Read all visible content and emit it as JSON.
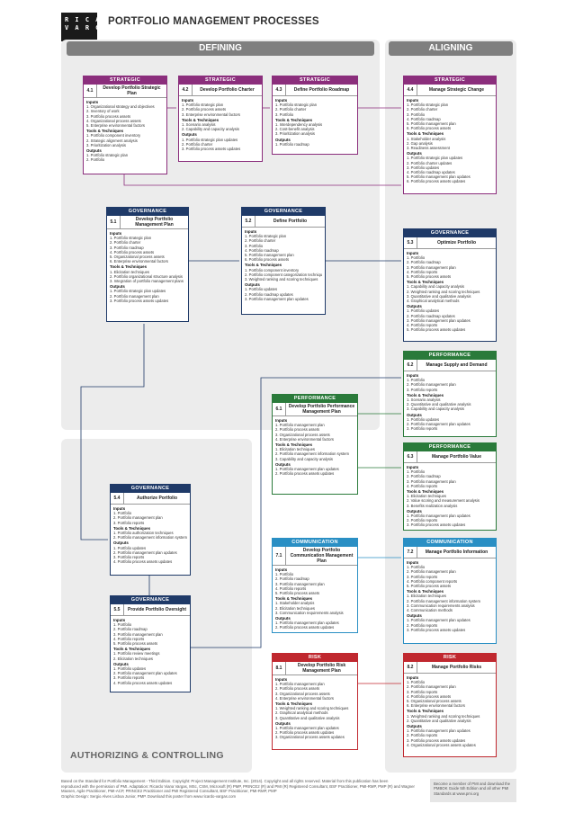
{
  "header": {
    "logo_lines": [
      "R I C A R D O",
      "V A R G A S"
    ],
    "title": "PORTFOLIO MANAGEMENT PROCESSES"
  },
  "zones": {
    "defining": "DEFINING",
    "aligning": "ALIGNING",
    "authorizing": "AUTHORIZING & CONTROLLING"
  },
  "colors": {
    "strategic": "#8b2e7c",
    "governance": "#1f3a68",
    "performance": "#2a7a3a",
    "communication": "#2a8fc4",
    "risk": "#c0282f",
    "zone_bg": "#ececec",
    "zone_header": "#7f7f7f"
  },
  "labels": {
    "inputs": "Inputs",
    "tools": "Tools & Techniques",
    "outputs": "Outputs"
  },
  "processes": {
    "p41": {
      "category": "STRATEGIC",
      "num": "4.1",
      "title": "Develop Portfolio Strategic Plan",
      "inputs": [
        "1. Organizational strategy and objectives",
        "2. Inventory of work",
        "3. Portfolio process assets",
        "4. Organizational process assets",
        "5. Enterprise environmental factors"
      ],
      "tools": [
        "1. Portfolio component inventory",
        "2. Strategic alignment analysis",
        "3. Prioritization analysis"
      ],
      "outputs": [
        "1. Portfolio strategic plan",
        "2. Portfolio"
      ]
    },
    "p42": {
      "category": "STRATEGIC",
      "num": "4.2",
      "title": "Develop Portfolio Charter",
      "inputs": [
        "1. Portfolio strategic plan",
        "2. Portfolio process assets",
        "3. Enterprise environmental factors"
      ],
      "tools": [
        "1. Scenario analysis",
        "2. Capability and capacity analysis"
      ],
      "outputs": [
        "1. Portfolio strategic plan updates",
        "2. Portfolio charter",
        "3. Portfolio process assets updates"
      ]
    },
    "p43": {
      "category": "STRATEGIC",
      "num": "4.3",
      "title": "Define Portfolio Roadmap",
      "inputs": [
        "1. Portfolio strategic plan",
        "2. Portfolio charter",
        "3. Portfolio"
      ],
      "tools": [
        "1. Interdependency analysis",
        "2. Cost-benefit analysis",
        "3. Prioritization analysis"
      ],
      "outputs": [
        "1. Portfolio roadmap"
      ]
    },
    "p44": {
      "category": "STRATEGIC",
      "num": "4.4",
      "title": "Manage Strategic Change",
      "inputs": [
        "1. Portfolio strategic plan",
        "2. Portfolio charter",
        "3. Portfolio",
        "4. Portfolio roadmap",
        "5. Portfolio management plan",
        "6. Portfolio process assets"
      ],
      "tools": [
        "1. Stakeholder analysis",
        "2. Gap analysis",
        "3. Readiness assessment"
      ],
      "outputs": [
        "1. Portfolio strategic plan updates",
        "2. Portfolio charter updates",
        "3. Portfolio updates",
        "4. Portfolio roadmap updates",
        "5. Portfolio management plan updates",
        "6. Portfolio process assets updates"
      ]
    },
    "p51": {
      "category": "GOVERNANCE",
      "num": "5.1",
      "title": "Develop Portfolio Management Plan",
      "inputs": [
        "1. Portfolio strategic plan",
        "2. Portfolio charter",
        "3. Portfolio roadmap",
        "4. Portfolio process assets",
        "5. Organizational process assets",
        "6. Enterprise environmental factors"
      ],
      "tools": [
        "1. Elicitation techniques",
        "2. Portfolio organizational structure analysis",
        "3. Integration of portfolio management plans"
      ],
      "outputs": [
        "1. Portfolio strategic plan updates",
        "2. Portfolio management plan",
        "3. Portfolio process assets updates"
      ]
    },
    "p52": {
      "category": "GOVERNANCE",
      "num": "5.2",
      "title": "Define Portfolio",
      "inputs": [
        "1. Portfolio strategic plan",
        "2. Portfolio charter",
        "3. Portfolio",
        "4. Portfolio roadmap",
        "5. Portfolio management plan",
        "6. Portfolio process assets"
      ],
      "tools": [
        "1. Portfolio component inventory",
        "2. Portfolio component categorization techniques",
        "3. Weighted ranking and scoring techniques"
      ],
      "outputs": [
        "1. Portfolio updates",
        "2. Portfolio roadmap updates",
        "3. Portfolio management plan updates"
      ]
    },
    "p53": {
      "category": "GOVERNANCE",
      "num": "5.3",
      "title": "Optimize Portfolio",
      "inputs": [
        "1. Portfolio",
        "2. Portfolio roadmap",
        "3. Portfolio management plan",
        "4. Portfolio reports",
        "5. Portfolio process assets"
      ],
      "tools": [
        "1. Capability and capacity analysis",
        "2. Weighted ranking and scoring techniques",
        "3. Quantitative and qualitative analysis",
        "4. Graphical analytical methods"
      ],
      "outputs": [
        "1. Portfolio updates",
        "2. Portfolio roadmap updates",
        "3. Portfolio management plan updates",
        "4. Portfolio reports",
        "5. Portfolio process assets updates"
      ]
    },
    "p54": {
      "category": "GOVERNANCE",
      "num": "5.4",
      "title": "Authorize Portfolio",
      "inputs": [
        "1. Portfolio",
        "2. Portfolio management plan",
        "3. Portfolio reports"
      ],
      "tools": [
        "1. Portfolio authorization techniques",
        "2. Portfolio management information system"
      ],
      "outputs": [
        "1. Portfolio updates",
        "2. Portfolio management plan updates",
        "3. Portfolio reports",
        "4. Portfolio process assets updates"
      ]
    },
    "p55": {
      "category": "GOVERNANCE",
      "num": "5.5",
      "title": "Provide Portfolio Oversight",
      "inputs": [
        "1. Portfolio",
        "2. Portfolio roadmap",
        "3. Portfolio management plan",
        "4. Portfolio reports",
        "5. Portfolio process assets"
      ],
      "tools": [
        "1. Portfolio review meetings",
        "2. Elicitation techniques"
      ],
      "outputs": [
        "1. Portfolio updates",
        "2. Portfolio management plan updates",
        "3. Portfolio reports",
        "4. Portfolio process assets updates"
      ]
    },
    "p61": {
      "category": "PERFORMANCE",
      "num": "6.1",
      "title": "Develop Portfolio Performance Management Plan",
      "inputs": [
        "1. Portfolio management plan",
        "2. Portfolio process assets",
        "3. Organizational process assets",
        "4. Enterprise environmental factors"
      ],
      "tools": [
        "1. Elicitation techniques",
        "2. Portfolio management information system",
        "3. Capability and capacity analysis"
      ],
      "outputs": [
        "1. Portfolio management plan updates",
        "2. Portfolio process assets updates"
      ]
    },
    "p62": {
      "category": "PERFORMANCE",
      "num": "6.2",
      "title": "Manage Supply and Demand",
      "inputs": [
        "1. Portfolio",
        "2. Portfolio management plan",
        "3. Portfolio reports"
      ],
      "tools": [
        "1. Scenario analysis",
        "2. Quantitative and qualitative analysis",
        "3. Capability and capacity analysis"
      ],
      "outputs": [
        "1. Portfolio updates",
        "2. Portfolio management plan updates",
        "3. Portfolio reports"
      ]
    },
    "p63": {
      "category": "PERFORMANCE",
      "num": "6.3",
      "title": "Manage Portfolio Value",
      "inputs": [
        "1. Portfolio",
        "2. Portfolio roadmap",
        "3. Portfolio management plan",
        "4. Portfolio reports"
      ],
      "tools": [
        "1. Elicitation techniques",
        "2. Value scoring and measurement analysis",
        "3. Benefits realization analysis"
      ],
      "outputs": [
        "1. Portfolio management plan updates",
        "2. Portfolio reports",
        "3. Portfolio process assets updates"
      ]
    },
    "p71": {
      "category": "COMMUNICATION",
      "num": "7.1",
      "title": "Develop Portfolio Communication Management Plan",
      "inputs": [
        "1. Portfolio",
        "2. Portfolio roadmap",
        "3. Portfolio management plan",
        "4. Portfolio reports",
        "5. Portfolio process assets"
      ],
      "tools": [
        "1. Stakeholder analysis",
        "2. Elicitation techniques",
        "3. Communication requirements analysis"
      ],
      "outputs": [
        "1. Portfolio management plan updates",
        "2. Portfolio process assets updates"
      ]
    },
    "p72": {
      "category": "COMMUNICATION",
      "num": "7.2",
      "title": "Manage Portfolio Information",
      "inputs": [
        "1. Portfolio",
        "2. Portfolio management plan",
        "3. Portfolio reports",
        "4. Portfolio component reports",
        "5. Portfolio process assets"
      ],
      "tools": [
        "1. Elicitation techniques",
        "2. Portfolio management information system",
        "3. Communication requirements analysis",
        "4. Communication methods"
      ],
      "outputs": [
        "1. Portfolio management plan updates",
        "2. Portfolio reports",
        "3. Portfolio process assets updates"
      ]
    },
    "p81": {
      "category": "RISK",
      "num": "8.1",
      "title": "Develop Portfolio Risk Management Plan",
      "inputs": [
        "1. Portfolio management plan",
        "2. Portfolio process assets",
        "3. Organizational process assets",
        "4. Enterprise environmental factors"
      ],
      "tools": [
        "1. Weighted ranking and scoring techniques",
        "2. Graphical analytical methods",
        "3. Quantitative and qualitative analysis"
      ],
      "outputs": [
        "1. Portfolio management plan updates",
        "2. Portfolio process assets updates",
        "3. Organizational process assets updates"
      ]
    },
    "p82": {
      "category": "RISK",
      "num": "8.2",
      "title": "Manage Portfolio Risks",
      "inputs": [
        "1. Portfolio",
        "2. Portfolio management plan",
        "3. Portfolio reports",
        "4. Portfolio process assets",
        "5. Organizational process assets",
        "6. Enterprise environmental factors"
      ],
      "tools": [
        "1. Weighted ranking and scoring techniques",
        "2. Quantitative and qualitative analysis"
      ],
      "outputs": [
        "1. Portfolio management plan updates",
        "2. Portfolio reports",
        "3. Portfolio process assets updates",
        "4. Organizational process assets updates"
      ]
    }
  },
  "footer": {
    "line1": "Based on the Standard for Portfolio Management - Third Edition. Copyright: Project Management Institute, Inc. (2014). Copyright and all rights reserved. Material from this publication has been",
    "line2": "reproduced with the permission of PMI. Adaptation: Ricardo Viana Vargas, MSc, CSM, Microsoft (R) PMP, PRINCE2 (R) and PMI (R) Registered Consultant, BSF Practitioner, PMI-RMP, PMP (R) and Wagner",
    "line3": "Maxsen, Agile Practitioner, PMI-ACP, PRINCE2 Practitioner and PMI Registered Consultant, BSF Practitioner, PMI-RMP, PMP",
    "line4": "Graphic Design: Sergio Alves Lisboa Junior, PMP. Download this poster from www.ricardo-vargas.com",
    "note": "Become a member of PMI and download the PMBOK Guide 5th Edition and all other PMI Standards at www.pmi.org"
  }
}
